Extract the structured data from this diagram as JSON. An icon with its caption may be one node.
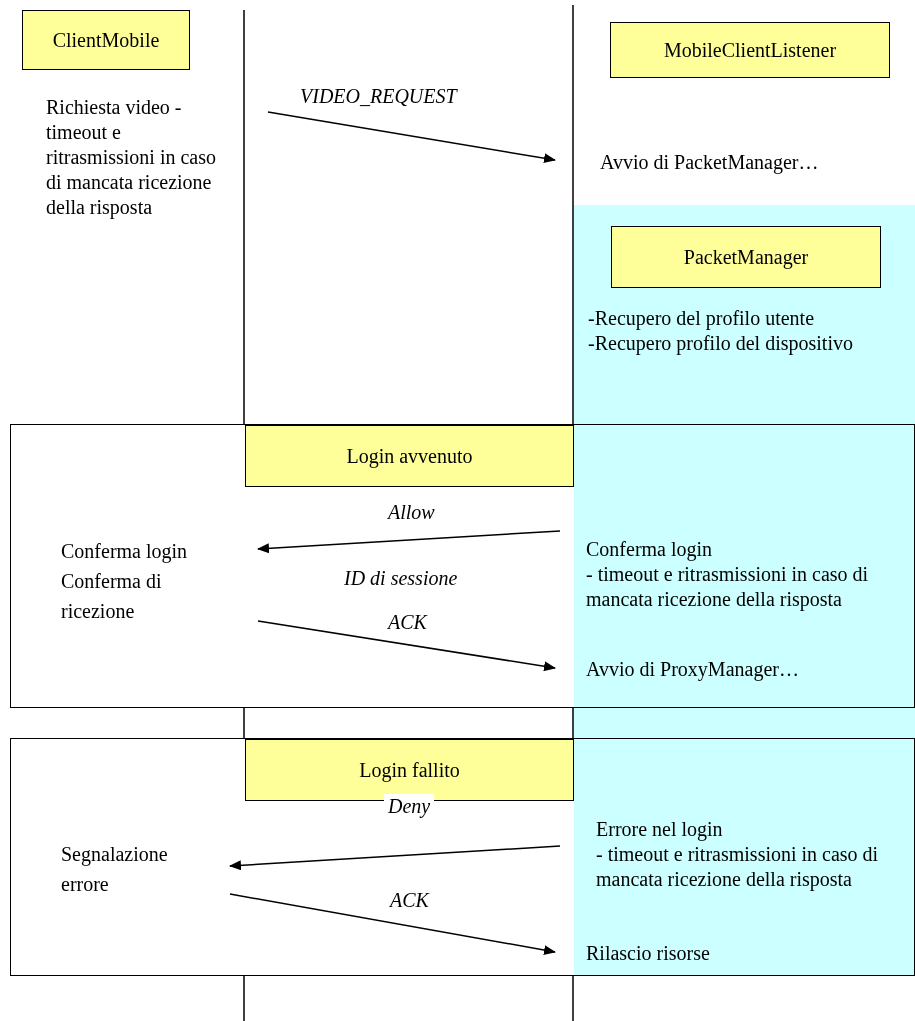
{
  "diagram": {
    "nodes": [
      {
        "text": [
          "ClientMobile"
        ]
      },
      {
        "text": [
          "MobileClientListener"
        ]
      },
      {
        "text": [
          "Richiesta video - timeout e ritrasmissioni in caso di mancata ricezione della risposta"
        ]
      },
      {
        "text": [
          "Avvio di PacketManager…"
        ]
      },
      {
        "text": [
          "PacketManager"
        ]
      },
      {
        "text": [
          "-Recupero del profilo utente",
          "-Recupero profilo del dispositivo"
        ]
      },
      {
        "text": [],
        "shape": "box"
      },
      {
        "text": [
          "Login avvenuto"
        ],
        "in": 6
      },
      {
        "text": [
          "Conferma login",
          "Conferma di ricezione"
        ],
        "in": 6
      },
      {
        "text": [
          "Conferma login",
          "- timeout e ritrasmissioni in caso di mancata ricezione della risposta"
        ],
        "in": 6
      },
      {
        "text": [
          "Avvio di ProxyManager…"
        ],
        "in": 6
      },
      {
        "text": [],
        "shape": "box"
      },
      {
        "text": [
          "Login fallito"
        ],
        "in": 11
      },
      {
        "text": [
          "Segnalazione errore"
        ],
        "in": 11
      },
      {
        "text": [
          "Errore nel login",
          "- timeout e ritrasmissioni in caso di mancata ricezione della risposta"
        ],
        "in": 11
      },
      {
        "text": [
          "Rilascio risorse"
        ],
        "in": 11
      }
    ],
    "edges": [
      {
        "from": 2,
        "to": 3,
        "arrow": "to",
        "label": "VIDEO_REQUEST"
      },
      {
        "from": 9,
        "to": 8,
        "arrow": "to",
        "label": "Allow"
      },
      {
        "from": 8,
        "to": 10,
        "arrow": "to",
        "label": "ACK"
      },
      {
        "from": 14,
        "to": 13,
        "arrow": "to",
        "label": "Deny"
      },
      {
        "from": 13,
        "to": 15,
        "arrow": "to",
        "label": "ACK"
      }
    ],
    "labels": [
      "ID di sessione"
    ]
  }
}
